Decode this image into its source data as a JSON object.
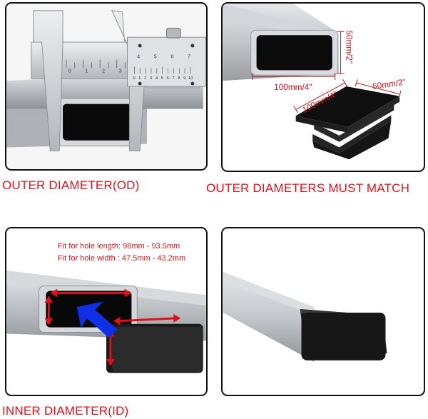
{
  "colors": {
    "caption_red": "#e3101a",
    "dimension_red": "#c0141c",
    "arrow_blue": "#1030e8",
    "tube_metal": "#c9cdd2",
    "plug_black": "#141414"
  },
  "icons": [
    "caliper-drawing",
    "rectangular-tube-drawing",
    "end-cap-plug-drawing",
    "insert-arrow-icon"
  ],
  "panels": {
    "top_left": {
      "caption": "OUTER DIAMETER(OD)",
      "caliper_scale_top": [
        "0",
        "1",
        "2",
        "3",
        "4",
        "5",
        "6",
        "7"
      ],
      "caliper_scale_vernier": [
        "0",
        "1",
        "2",
        "3",
        "4",
        "5",
        "6",
        "7",
        "8",
        "9",
        "10"
      ]
    },
    "top_right": {
      "caption": "OUTER DIAMETERS MUST MATCH",
      "tube_height_label": "50mm/2\"",
      "tube_width_label": "100mm/4\"",
      "cap_length_label": "100mm/4\"",
      "cap_width_label": "50mm/2\""
    },
    "bottom_left": {
      "caption": "INNER DIAMETER(ID)",
      "fit_length": "Fit for hole length: 98mm - 93.5mm",
      "fit_width": "Fit for hole width : 47.5mm - 43.2mm"
    },
    "bottom_right": {}
  }
}
